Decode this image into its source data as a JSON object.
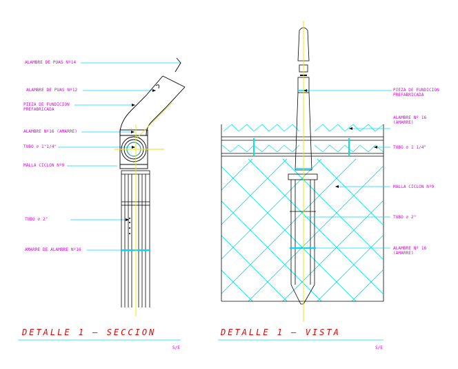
{
  "colors": {
    "leader": "#00d8ff",
    "centerline": "#e6e600",
    "outline": "#000000",
    "mesh": "#00e6e6",
    "text": "#d400d4",
    "title": "#e60000"
  },
  "section": {
    "labels": {
      "alambre_puas_14": "ALAMBRE DE PUAS Nº14",
      "alambre_puas_12": "ALAMBRE DE PUAS Nº12",
      "pieza_line1": "PIEZA DE FUNDICION",
      "pieza_line2": "PREFABRICADA",
      "alambre_amarre": "ALAMBRE Nº16 (AMARRE)",
      "tubo_114": "TUBO ⌀ 1\"1/4\"",
      "malla": "MALLA CICLON Nº9",
      "tubo_2": "TUBO ⌀ 2\"",
      "amarre_alambre": "AMARRE DE ALAMBRE Nº16"
    },
    "title": "DETALLE  1  —  SECCION",
    "scale": "S/E"
  },
  "view": {
    "labels": {
      "pieza_line1": "PIEZA DE FUNDICION",
      "pieza_line2": "PREFABRICADA",
      "alambre16a_line1": "ALAMBRE Nº 16",
      "alambre16a_line2": "(AMARRE)",
      "tubo_114": "TUBO ⌀ 1 1/4\"",
      "malla": "MALLA CICLON Nº9",
      "tubo_2": "TUBO ⌀ 2\"",
      "alambre16b_line1": "ALAMBRE Nº 16",
      "alambre16b_line2": "(AMARRE)"
    },
    "title": "DETALLE  1  —  VISTA",
    "scale": "S/E"
  }
}
